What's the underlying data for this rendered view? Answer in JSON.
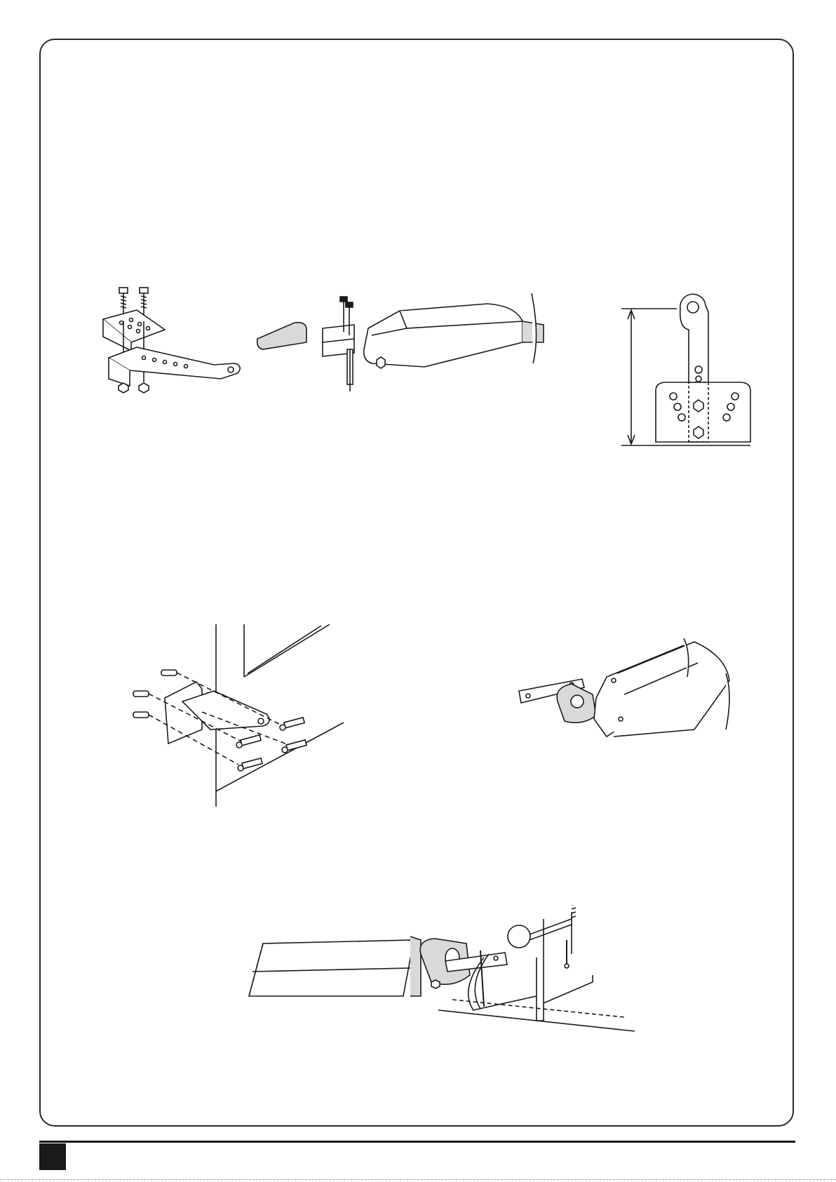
{
  "page": {
    "figures": [
      {
        "id": "fig-bracket-assembly",
        "icon": "bracket-bolts-nuts-exploded"
      },
      {
        "id": "fig-actuator-rear-mount",
        "icon": "actuator-rear-bracket-pin"
      },
      {
        "id": "fig-rear-bracket-dimension",
        "icon": "bracket-height-dimension"
      },
      {
        "id": "fig-wall-bracket-fixing",
        "icon": "wall-bracket-plugs-screws"
      },
      {
        "id": "fig-actuator-front-fork",
        "icon": "actuator-fork-front-plate"
      },
      {
        "id": "fig-gate-clamp-positioning",
        "icon": "clamp-front-bracket-gate"
      }
    ],
    "colors": {
      "line": "#1a1a1a",
      "fill": "#ffffff",
      "shade": "#d9d9d9"
    }
  }
}
